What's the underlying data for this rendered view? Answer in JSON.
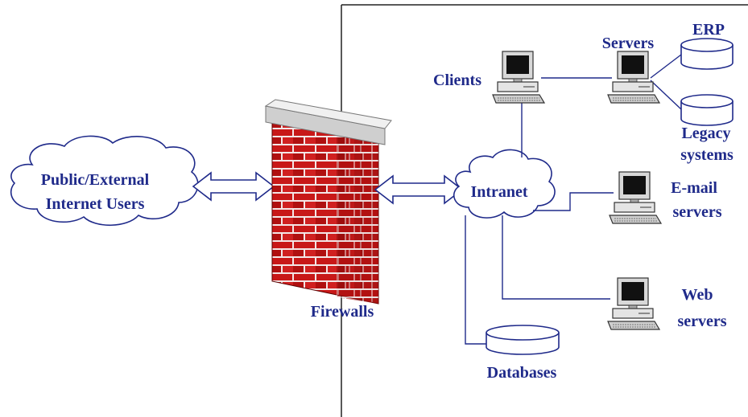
{
  "colors": {
    "label": "#1f2a8a",
    "line": "#1f2a8a",
    "brick": "#c81818",
    "mortar": "#f3e6e6",
    "cap": "#cfcfcf"
  },
  "labels": {
    "public_users_line1": "Public/External",
    "public_users_line2": "Internet Users",
    "firewalls": "Firewalls",
    "intranet": "Intranet",
    "clients": "Clients",
    "servers": "Servers",
    "erp": "ERP",
    "legacy_line1": "Legacy",
    "legacy_line2": "systems",
    "email_line1": "E-mail",
    "email_line2": "servers",
    "web_line1": "Web",
    "web_line2": "servers",
    "databases": "Databases"
  }
}
